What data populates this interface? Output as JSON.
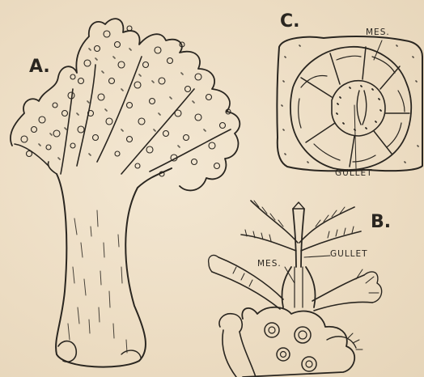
{
  "labels": {
    "fig_a": "A.",
    "fig_b": "B.",
    "fig_c": "C.",
    "c_mes": "MES.",
    "c_gullet": "GULLET",
    "b_mes": "MES.",
    "b_gullet": "GULLET"
  },
  "colors": {
    "paper": "#efe2cc",
    "ink": "#2a2620"
  }
}
